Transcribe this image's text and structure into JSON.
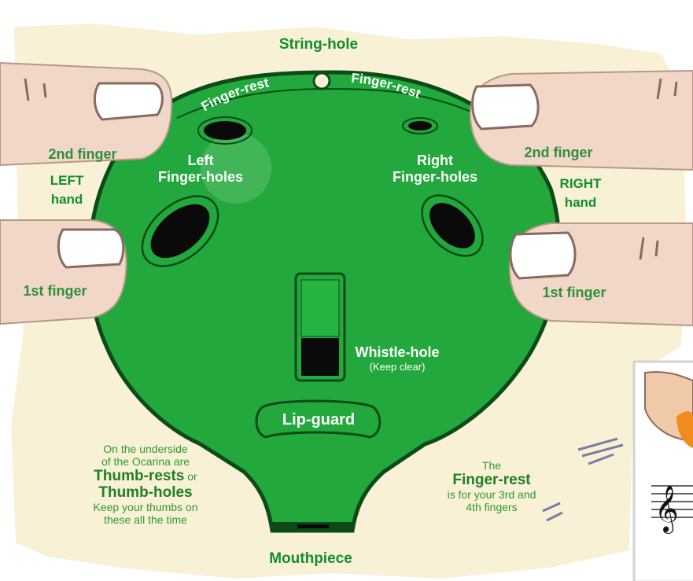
{
  "colors": {
    "background": "#f8f1d6",
    "ocarina": "#22a83c",
    "ocarina_dark": "#0c4a17",
    "label_green": "#138f2a",
    "skin": "#f0d7c7",
    "skin_shadow": "#b8968a"
  },
  "labels": {
    "string_hole": "String-hole",
    "finger_rest_left": "Finger-rest",
    "finger_rest_right": "Finger-rest",
    "left_second_finger": "2nd finger",
    "right_second_finger": "2nd finger",
    "left_hand_line1": "LEFT",
    "left_hand_line2": "hand",
    "right_hand_line1": "RIGHT",
    "right_hand_line2": "hand",
    "left_first_finger": "1st finger",
    "right_first_finger": "1st finger",
    "left_holes_line1": "Left",
    "left_holes_line2": "Finger-holes",
    "right_holes_line1": "Right",
    "right_holes_line2": "Finger-holes",
    "whistle_hole": "Whistle-hole",
    "keep_clear": "(Keep clear)",
    "lip_guard": "Lip-guard",
    "mouthpiece": "Mouthpiece"
  },
  "notes": {
    "underside": {
      "line1": "On the underside",
      "line2": "of the Ocarina are",
      "bold1": "Thumb-rests",
      "or": " or",
      "bold2": "Thumb-holes",
      "line3": "Keep your thumbs on",
      "line4": "these all the time"
    },
    "finger_rest": {
      "line1": "The",
      "bold": "Finger-rest",
      "line2": "is for your 3rd and",
      "line3": "4th fingers"
    }
  }
}
